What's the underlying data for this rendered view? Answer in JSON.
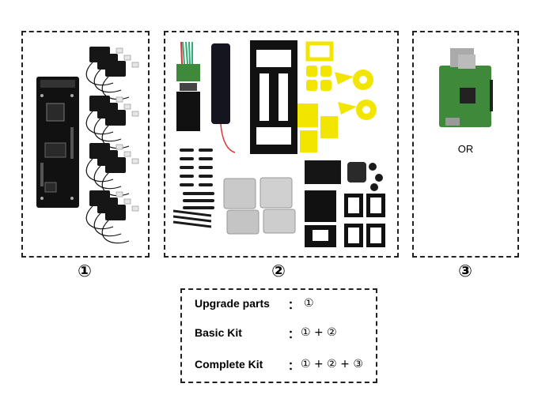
{
  "kits": [
    {
      "number": "①",
      "contents": "controller-board-and-servos"
    },
    {
      "number": "②",
      "contents": "frame-and-hardware-parts"
    },
    {
      "number": "③",
      "contents": "raspberry-pi-or-compute-module",
      "or_label": "OR"
    }
  ],
  "summary": {
    "rows": [
      {
        "label": "Upgrade parts",
        "separator": "：",
        "value": "①"
      },
      {
        "label": "Basic Kit",
        "separator": "：",
        "value": "① + ②"
      },
      {
        "label": "Complete Kit",
        "separator": "：",
        "value": "① + ② + ③"
      }
    ]
  },
  "colors": {
    "yellow_parts": "#f2e500",
    "pcb_black": "#111111",
    "pi_green": "#3f8a3a"
  }
}
